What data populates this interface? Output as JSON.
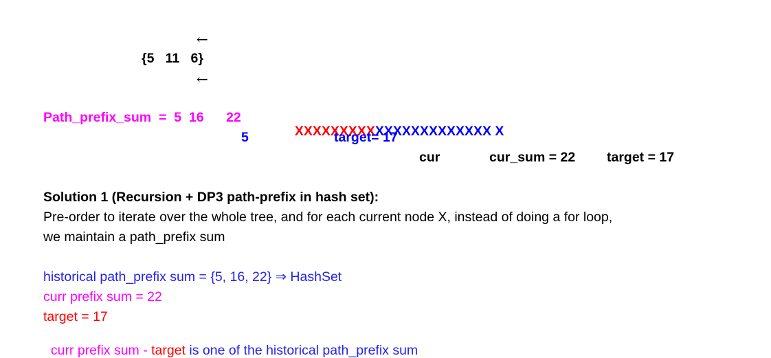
{
  "diagram": {
    "arrow_top": "←",
    "set_literal": "{5   11   6}",
    "arrow_bottom": "←",
    "path_prefix_label": "Path_prefix_sum  =  5  16      22",
    "x_red": "XXXXXXXXX",
    "x_blue": "XXXXXXXXXXXXX X",
    "five_below": "5",
    "target_blue": "target= 17",
    "cur_label": "cur",
    "cur_sum": "cur_sum = 22",
    "target_black": "target = 17"
  },
  "solution": {
    "heading": "Solution 1 (Recursion + DP3 path-prefix in hash set):",
    "line1": "Pre-order to iterate over the whole tree, and for each current node X, instead of doing a for loop,",
    "line2": "we maintain a path_prefix sum"
  },
  "notes": {
    "historical": "historical path_prefix sum = {5, 16, 22} ⇒ HashSet",
    "curr_prefix": "curr prefix sum = 22",
    "target": "target = 17",
    "last_part1": "curr prefix sum - ",
    "last_part2": "target",
    "last_part3": " is one of the historical path_prefix sum"
  },
  "colors": {
    "magenta": "#ff00ff",
    "red": "#ff0000",
    "blue": "#0000ff"
  }
}
